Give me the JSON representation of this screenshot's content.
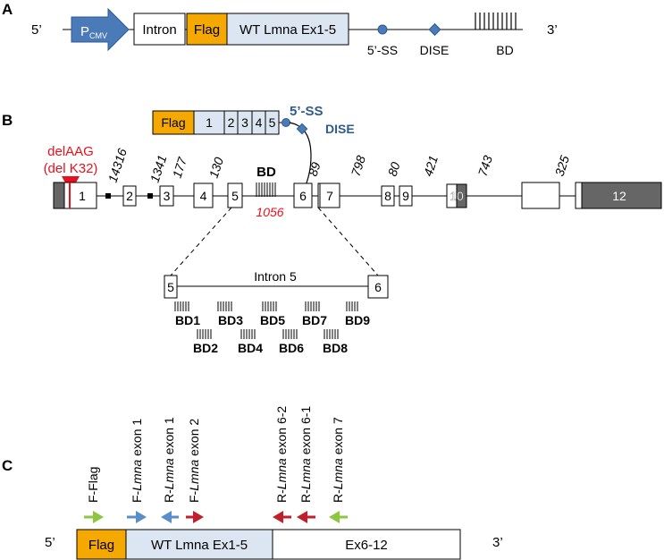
{
  "panels": {
    "a": "A",
    "b": "B",
    "c": "C"
  },
  "panel_a": {
    "five_prime": "5’",
    "three_prime": "3’",
    "promoter_p": "P",
    "promoter_sub": "CMV",
    "intron": "Intron",
    "flag": "Flag",
    "exons": "WT Lmna Ex1-5",
    "ss": "5’-SS",
    "dise": "DISE",
    "bd": "BD"
  },
  "panel_b": {
    "flag": "Flag",
    "mini_exons": [
      "1",
      "2",
      "3",
      "4",
      "5"
    ],
    "ss": "5’-SS",
    "dise": "DISE",
    "del_line1": "delAAG",
    "del_line2": "(del K32)",
    "bd": "BD",
    "bd_size": "1056",
    "exons": [
      "1",
      "2",
      "3",
      "4",
      "5",
      "6",
      "7",
      "8",
      "9",
      "10",
      "12"
    ],
    "intron_sizes": [
      "14316",
      "1341",
      "177",
      "130",
      "89",
      "798",
      "80",
      "421",
      "743",
      "325"
    ],
    "zoom_left": "5",
    "zoom_right": "6",
    "zoom_intron": "Intron 5",
    "bd_labels_top": [
      "BD1",
      "BD3",
      "BD5",
      "BD7",
      "BD9"
    ],
    "bd_labels_bottom": [
      "BD2",
      "BD4",
      "BD6",
      "BD8"
    ]
  },
  "panel_c": {
    "five_prime": "5’",
    "three_prime": "3’",
    "flag": "Flag",
    "exons": "WT Lmna Ex1-5",
    "rest": "Ex6-12",
    "primers": [
      {
        "pre": "F-Flag",
        "gene": "",
        "post": "",
        "direction": "forward",
        "color": "#8dc63f"
      },
      {
        "pre": "F-",
        "gene": "Lmna",
        "post": " exon 1",
        "direction": "forward",
        "color": "#5b8ec9"
      },
      {
        "pre": "R-",
        "gene": "Lmna",
        "post": " exon 1",
        "direction": "reverse",
        "color": "#5b8ec9"
      },
      {
        "pre": "F-",
        "gene": "Lmna",
        "post": " exon 2",
        "direction": "forward",
        "color": "#c0202a"
      },
      {
        "pre": "R-",
        "gene": "Lmna",
        "post": " exon 6-2",
        "direction": "reverse",
        "color": "#c0202a"
      },
      {
        "pre": "R-",
        "gene": "Lmna",
        "post": " exon 6-1",
        "direction": "reverse",
        "color": "#c0202a"
      },
      {
        "pre": "R-",
        "gene": "Lmna",
        "post": " exon 7",
        "direction": "reverse",
        "color": "#8dc63f"
      }
    ]
  },
  "colors": {
    "flag": "#f5a800",
    "exon_fill": "#dce6f2",
    "promoter": "#4a7ab8",
    "marker": "#4a7ab8",
    "deletion": "#e8101c",
    "dark_exon": "#666666"
  }
}
